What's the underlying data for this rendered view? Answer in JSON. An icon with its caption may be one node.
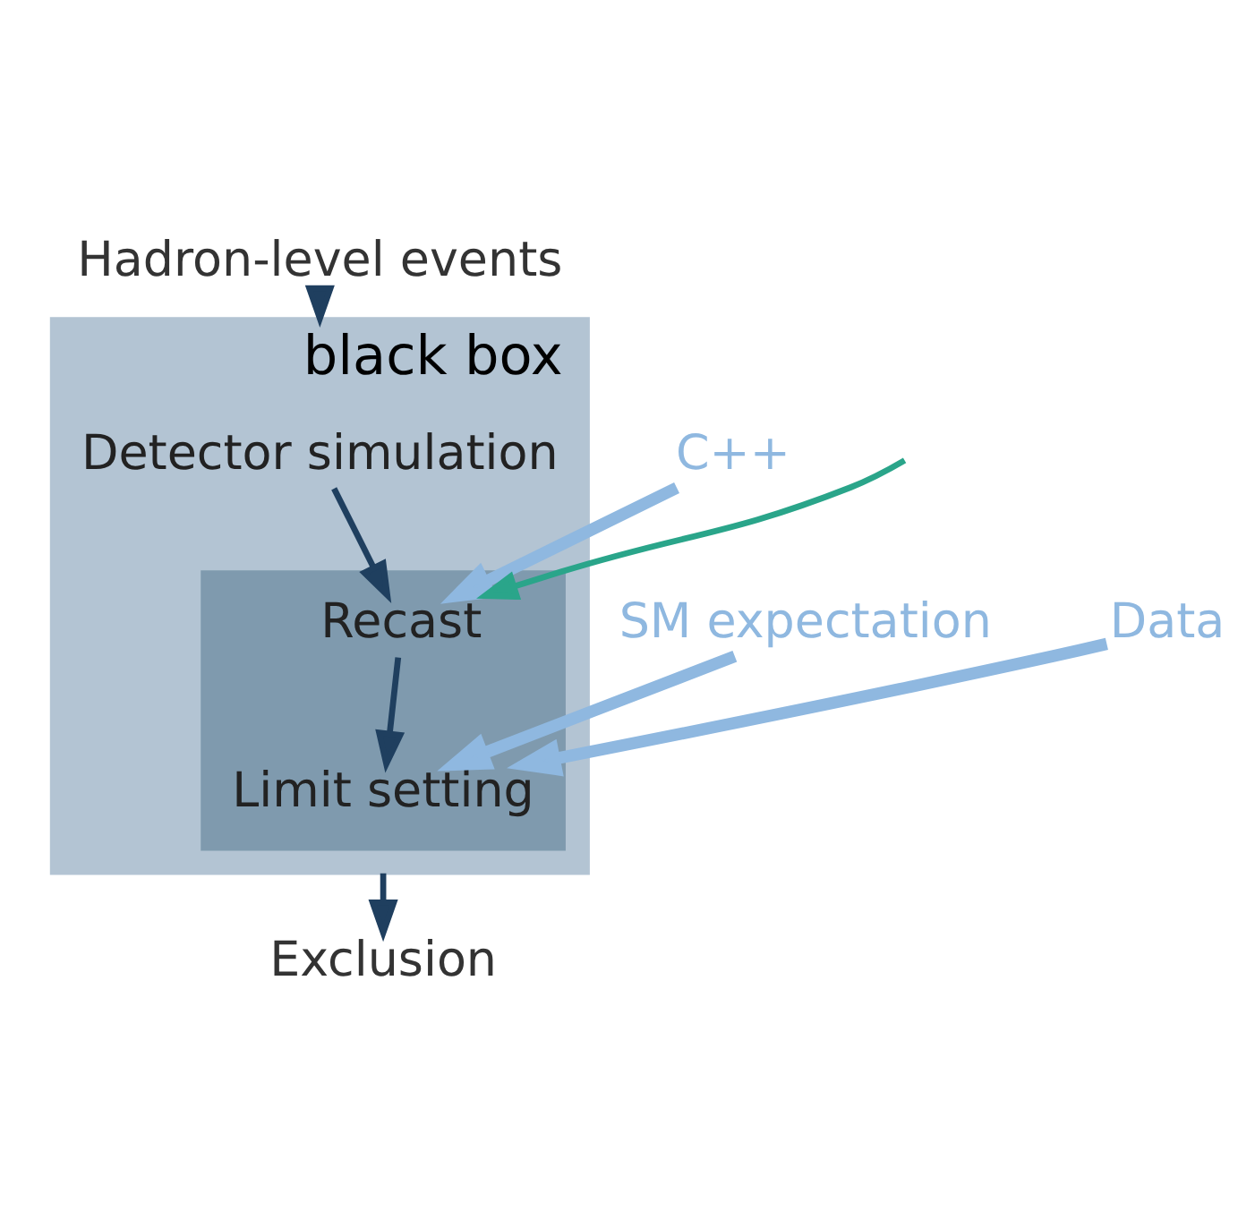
{
  "diagram": {
    "nodes": [
      {
        "text": [
          "Hadron-level events"
        ]
      },
      {
        "text": [
          "black box"
        ]
      },
      {
        "text": [
          "Detector simulation"
        ],
        "in": 1
      },
      {
        "text": [],
        "shape": "box",
        "in": 1
      },
      {
        "text": [
          "Recast"
        ],
        "in": 3
      },
      {
        "text": [
          "Limit setting"
        ],
        "in": 3
      },
      {
        "text": [
          "C++"
        ]
      },
      {
        "text": [
          "SM expectation"
        ]
      },
      {
        "text": [
          "Data"
        ]
      },
      {
        "text": [
          "Exclusion"
        ]
      }
    ],
    "edges": [
      {
        "from": 0,
        "to": 1,
        "arrow": "to"
      },
      {
        "from": 2,
        "to": 4,
        "arrow": "to"
      },
      {
        "from": 4,
        "to": 5,
        "arrow": "to"
      },
      {
        "from": 6,
        "to": 4,
        "arrow": "to",
        "color": "#8fb8e0",
        "style": "thick"
      },
      {
        "from": 7,
        "to": 5,
        "arrow": "to",
        "color": "#8fb8e0",
        "style": "thick"
      },
      {
        "from": 8,
        "to": 5,
        "arrow": "to",
        "color": "#8fb8e0",
        "style": "thick"
      },
      {
        "from": null,
        "to": 4,
        "arrow": "to",
        "color": "#2aa58a"
      },
      {
        "from": 1,
        "to": 9,
        "arrow": "to"
      }
    ]
  }
}
